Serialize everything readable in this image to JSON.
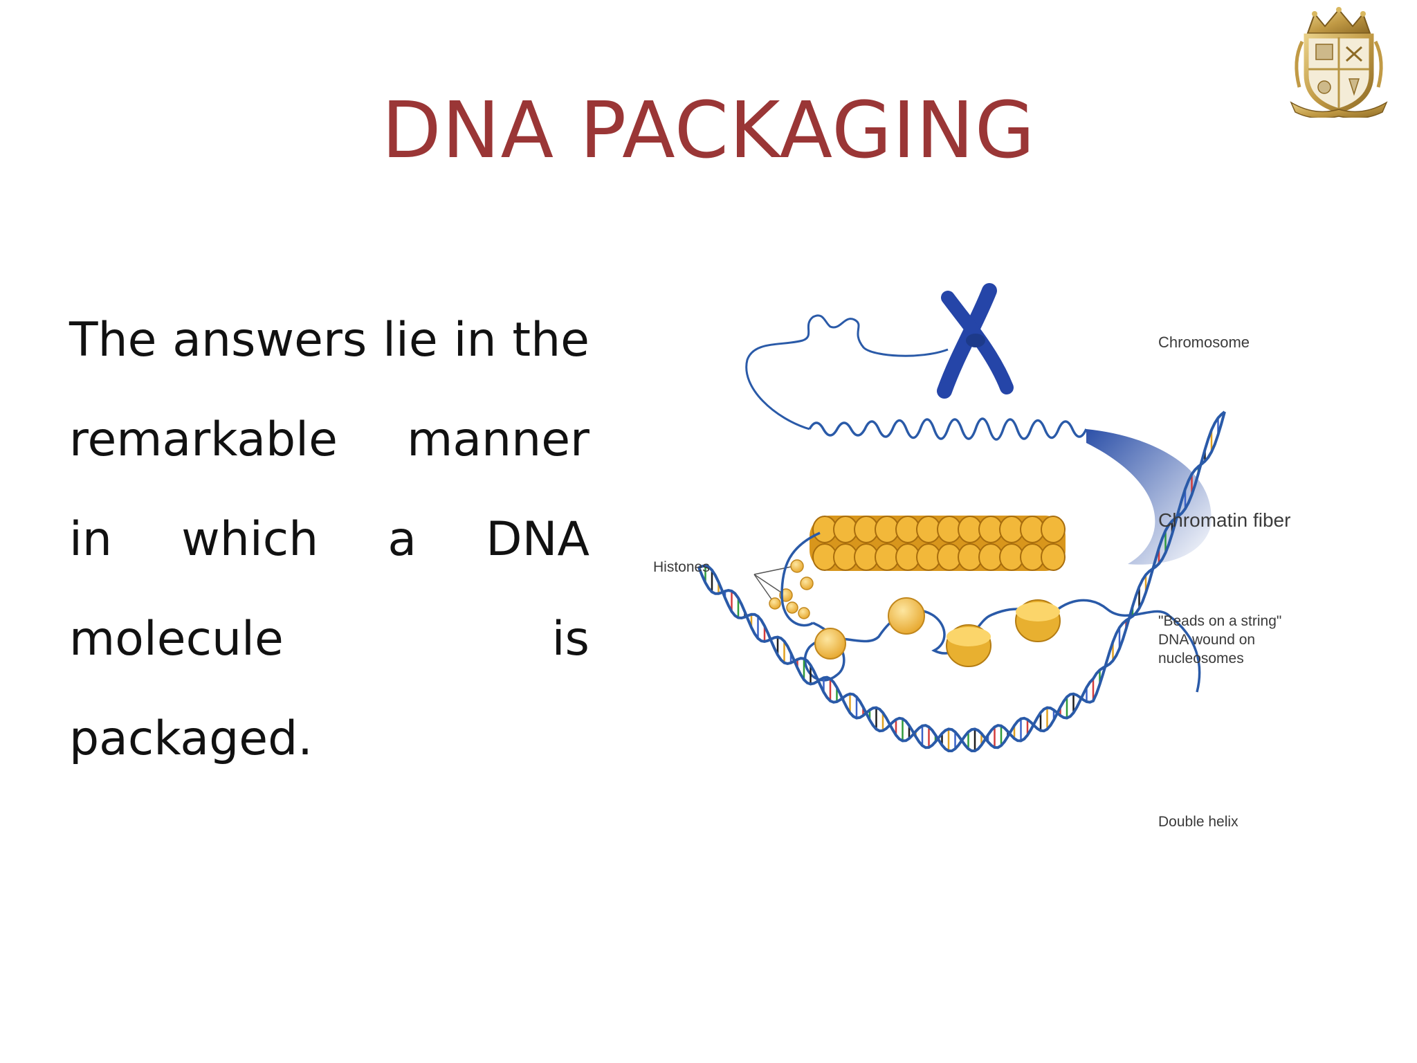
{
  "slide": {
    "title": "DNA PACKAGING",
    "body": "The answers lie in the remarkable manner in which a DNA molecule is packaged."
  },
  "figure": {
    "labels": {
      "chromosome": "Chromosome",
      "chromatin_fiber": "Chromatin fiber",
      "histones": "Histones",
      "beads_on_string": "\"Beads on a string\"\nDNA wound on\nnucleosomes",
      "double_helix": "Double helix"
    }
  },
  "colors": {
    "title": "#9a3636",
    "dna_blue": "#1f4fa0",
    "chromosome": "#2545a8",
    "histone": "#f0b63c",
    "emblem_gold": "#c8a24a"
  },
  "icons": {
    "emblem": "school-crest-emblem"
  }
}
